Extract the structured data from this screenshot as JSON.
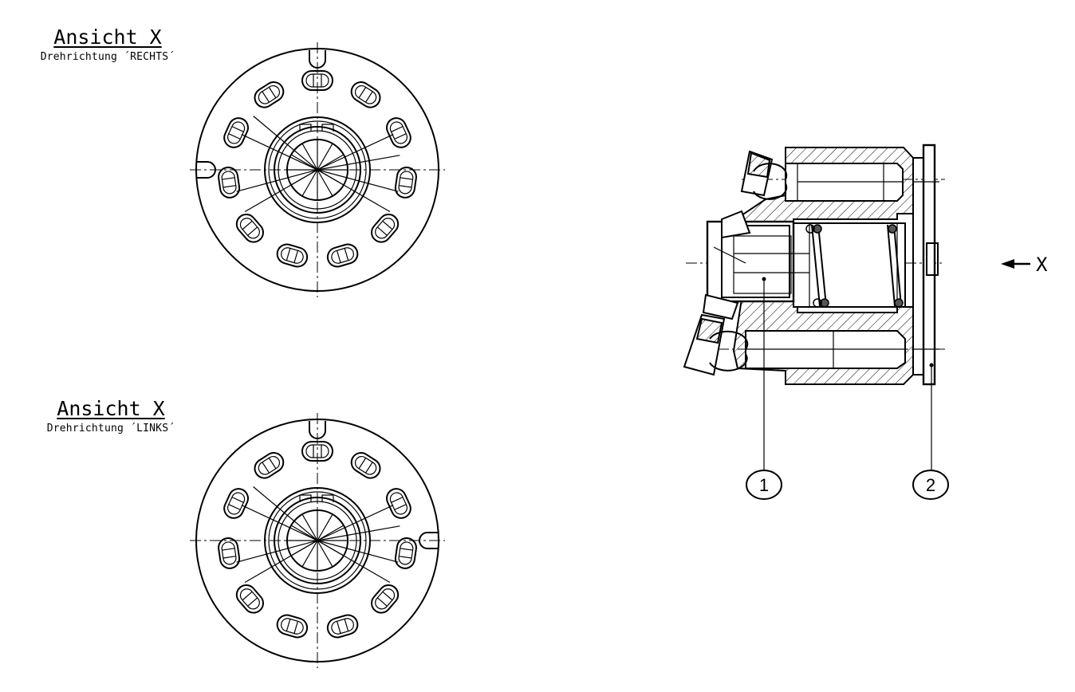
{
  "views": {
    "top": {
      "title": "Ansicht X",
      "subtitle": "Drehrichtung ´RECHTS´"
    },
    "bottom": {
      "title": "Ansicht X",
      "subtitle": "Drehrichtung ´LINKS´"
    }
  },
  "section": {
    "arrow_label": "X",
    "balloons": [
      {
        "label": "1"
      },
      {
        "label": "2"
      }
    ]
  }
}
